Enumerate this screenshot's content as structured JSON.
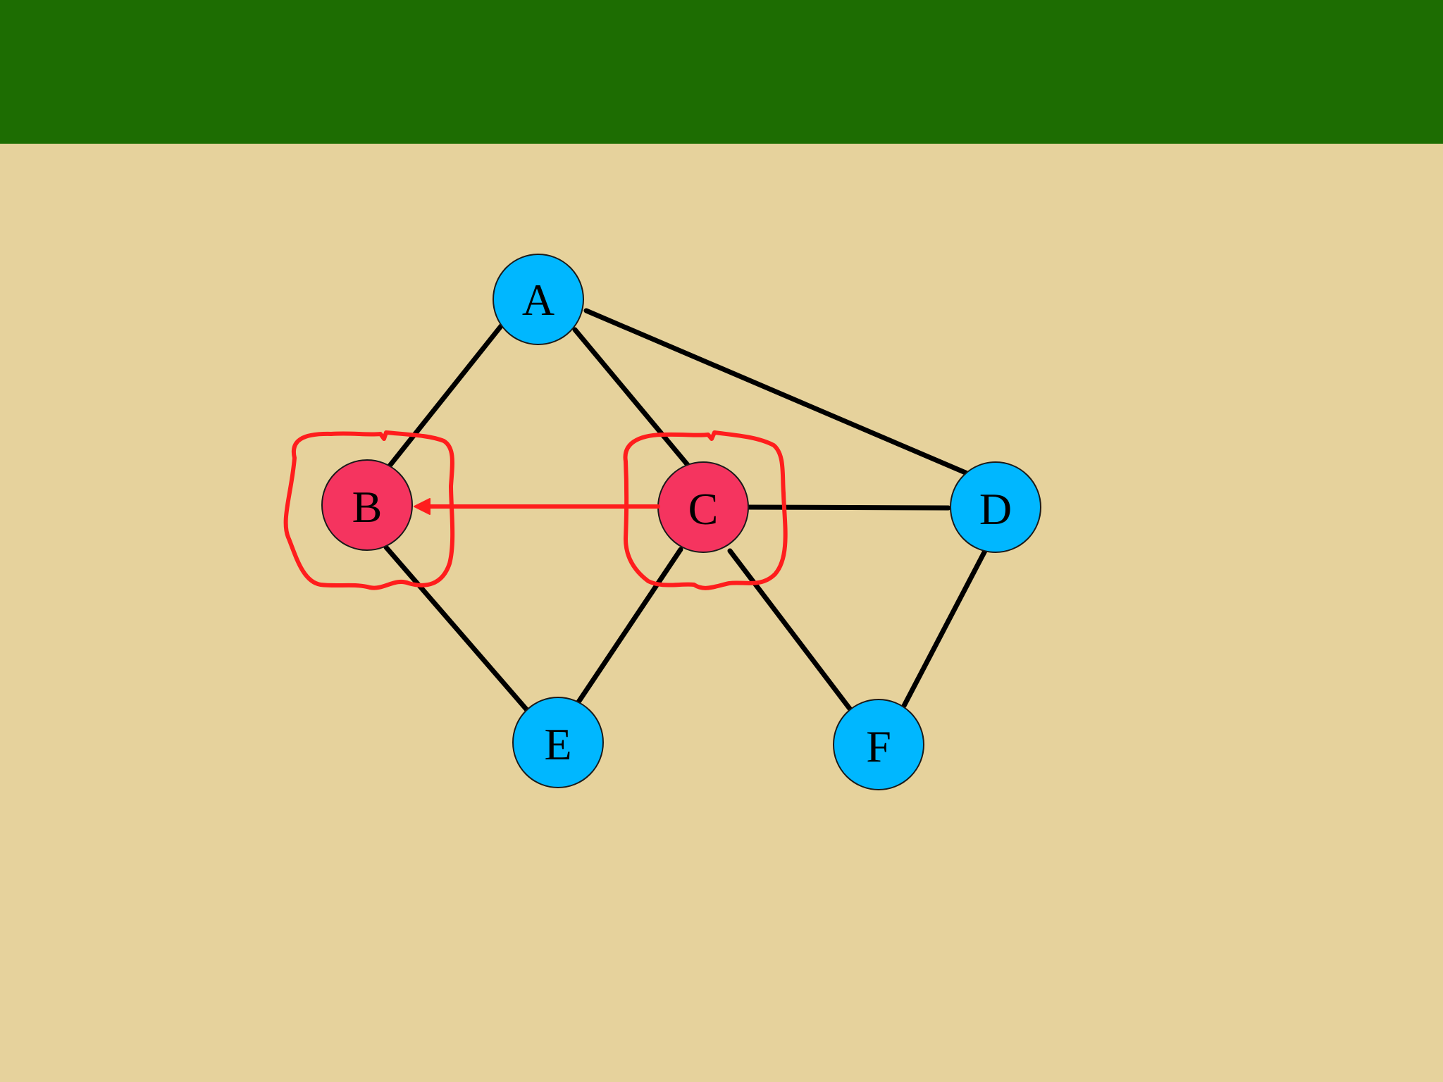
{
  "colors": {
    "header": "#1d6d02",
    "background": "#e6d29c",
    "node_default": "#00b7ff",
    "node_highlight": "#f5345f",
    "edge": "#000000",
    "annotation": "#ff1d1d"
  },
  "nodes": [
    {
      "id": "A",
      "label": "A",
      "state": "default"
    },
    {
      "id": "B",
      "label": "B",
      "state": "highlight"
    },
    {
      "id": "C",
      "label": "C",
      "state": "highlight"
    },
    {
      "id": "D",
      "label": "D",
      "state": "default"
    },
    {
      "id": "E",
      "label": "E",
      "state": "default"
    },
    {
      "id": "F",
      "label": "F",
      "state": "default"
    }
  ],
  "edges": [
    {
      "from": "A",
      "to": "B"
    },
    {
      "from": "A",
      "to": "C"
    },
    {
      "from": "A",
      "to": "D"
    },
    {
      "from": "B",
      "to": "E"
    },
    {
      "from": "C",
      "to": "E"
    },
    {
      "from": "C",
      "to": "F"
    },
    {
      "from": "C",
      "to": "D"
    },
    {
      "from": "D",
      "to": "F"
    }
  ],
  "annotations": {
    "arrow": {
      "from": "C",
      "to": "B"
    },
    "circled": [
      "B",
      "C"
    ]
  }
}
